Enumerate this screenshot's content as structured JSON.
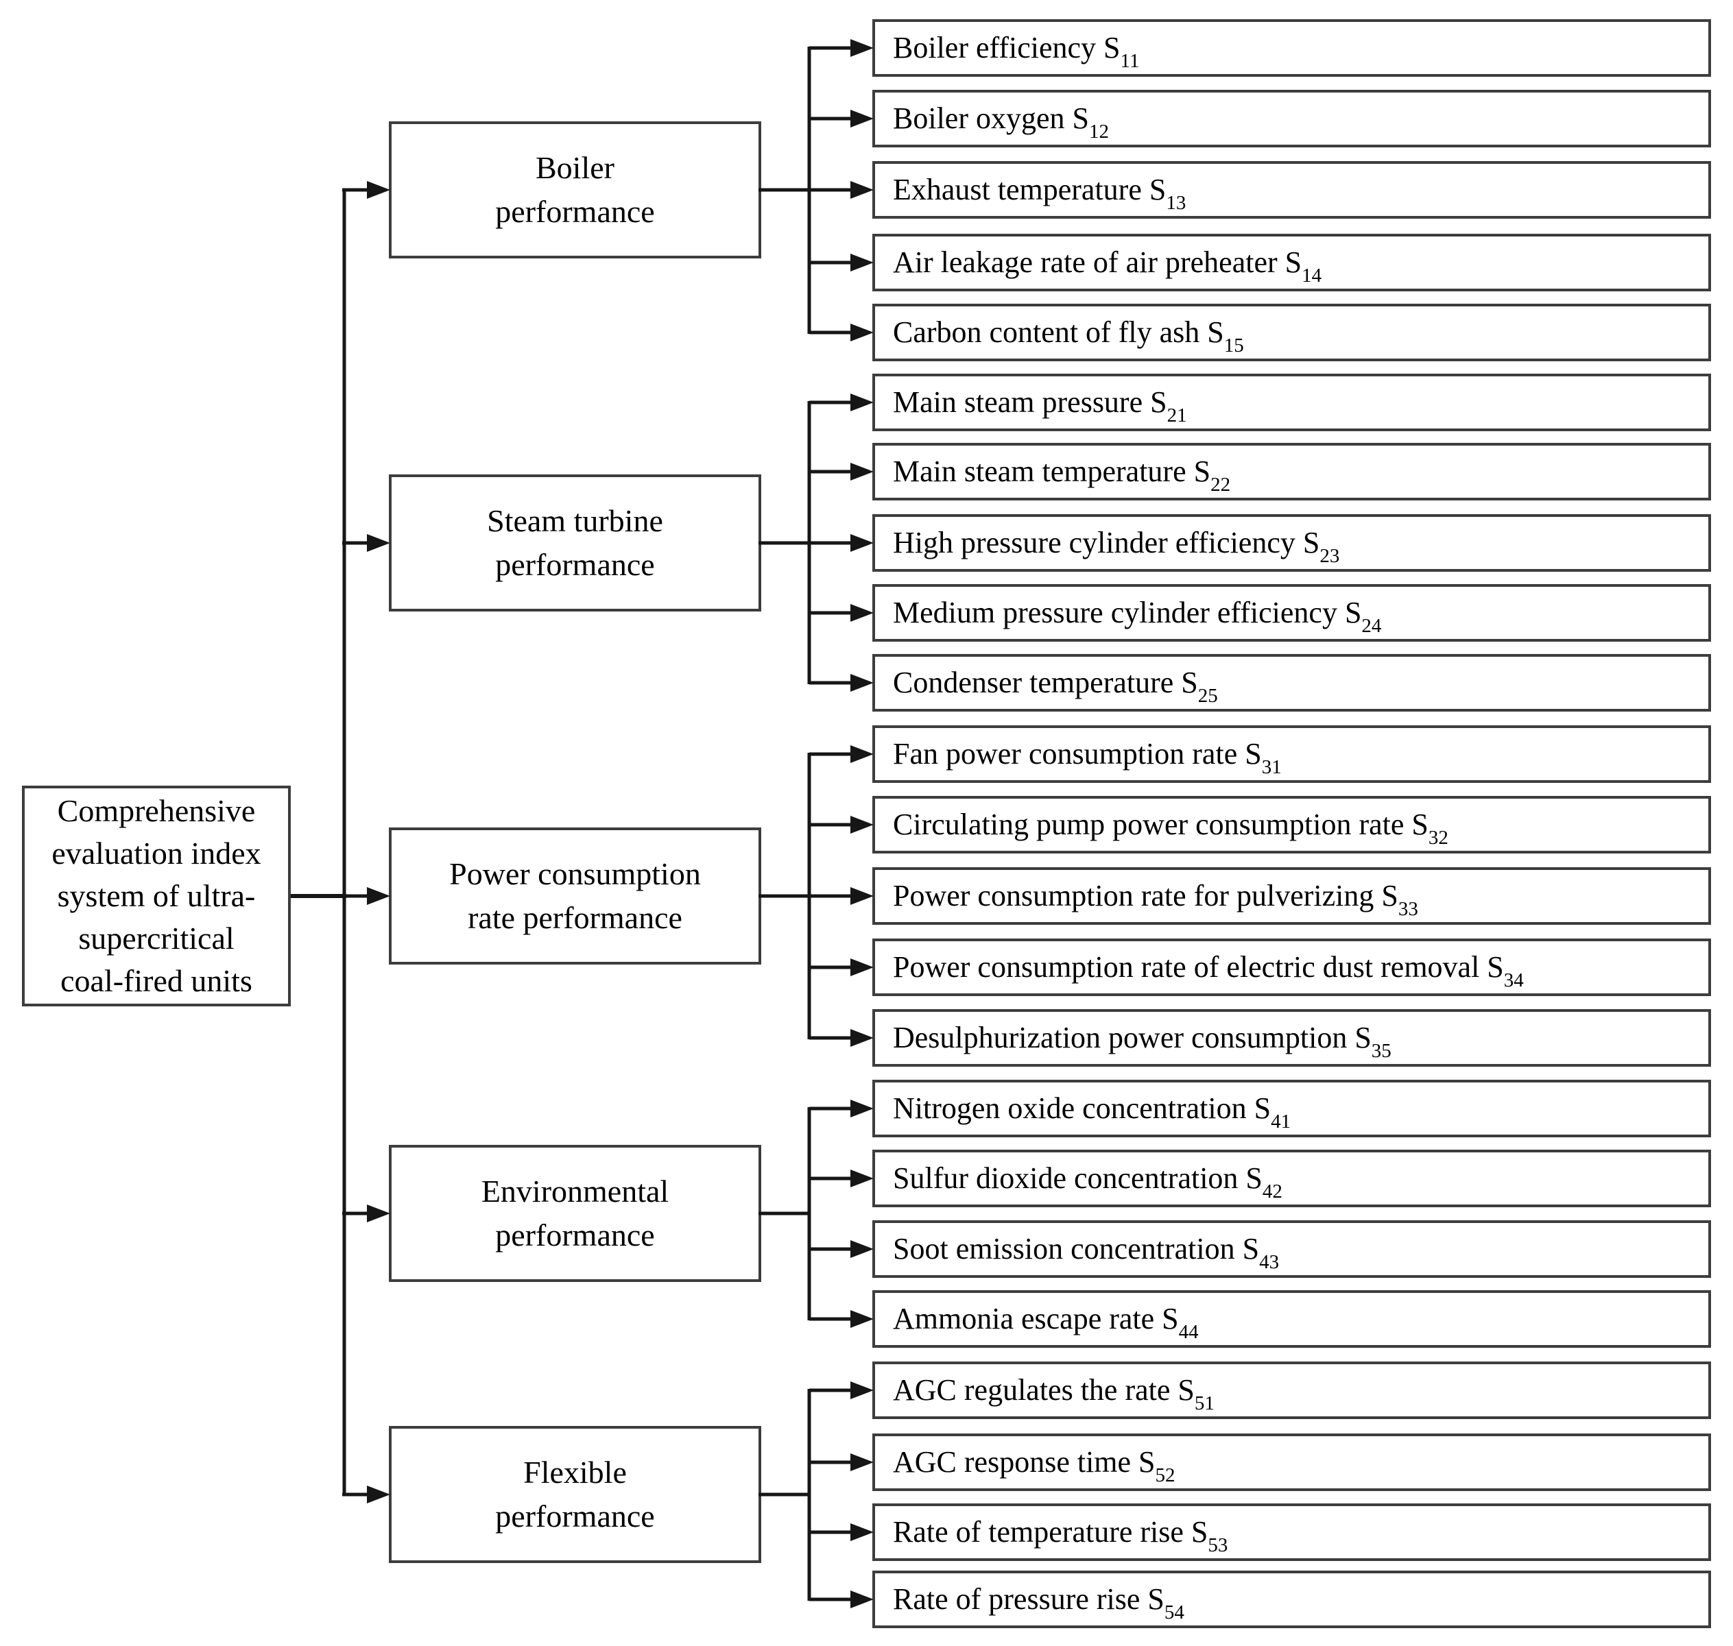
{
  "diagram": {
    "root": {
      "label": "Comprehensive evaluation index system of ultra-supercritical coal-fired units",
      "lines": [
        "Comprehensive",
        "evaluation index",
        "system of ultra-",
        "supercritical",
        "coal-fired units"
      ]
    },
    "groups": [
      {
        "category": {
          "label": "Boiler performance",
          "lines": [
            "Boiler",
            "performance"
          ]
        },
        "leaves": [
          {
            "text": "Boiler efficiency S",
            "sub": "11"
          },
          {
            "text": "Boiler oxygen S",
            "sub": "12"
          },
          {
            "text": "Exhaust temperature S",
            "sub": "13"
          },
          {
            "text": "Air leakage rate of air preheater S",
            "sub": "14"
          },
          {
            "text": "Carbon content of fly ash S",
            "sub": "15"
          }
        ]
      },
      {
        "category": {
          "label": "Steam turbine performance",
          "lines": [
            "Steam turbine",
            "performance"
          ]
        },
        "leaves": [
          {
            "text": "Main steam pressure S",
            "sub": "21"
          },
          {
            "text": "Main steam temperature S",
            "sub": "22"
          },
          {
            "text": "High pressure cylinder efficiency S",
            "sub": "23"
          },
          {
            "text": "Medium pressure cylinder efficiency S",
            "sub": "24"
          },
          {
            "text": "Condenser temperature S",
            "sub": "25"
          }
        ]
      },
      {
        "category": {
          "label": "Power consumption rate performance",
          "lines": [
            "Power consumption",
            "rate performance"
          ]
        },
        "leaves": [
          {
            "text": "Fan power consumption rate S",
            "sub": "31"
          },
          {
            "text": "Circulating pump power consumption rate S",
            "sub": "32"
          },
          {
            "text": "Power consumption rate for pulverizing S",
            "sub": "33"
          },
          {
            "text": "Power consumption rate of electric dust removal S",
            "sub": "34"
          },
          {
            "text": "Desulphurization power consumption S",
            "sub": "35"
          }
        ]
      },
      {
        "category": {
          "label": "Environmental performance",
          "lines": [
            "Environmental",
            "performance"
          ]
        },
        "leaves": [
          {
            "text": "Nitrogen oxide concentration S",
            "sub": "41"
          },
          {
            "text": "Sulfur dioxide concentration S",
            "sub": "42"
          },
          {
            "text": "Soot emission concentration S",
            "sub": "43"
          },
          {
            "text": "Ammonia escape rate S",
            "sub": "44"
          }
        ]
      },
      {
        "category": {
          "label": "Flexible performance",
          "lines": [
            "Flexible",
            "performance"
          ]
        },
        "leaves": [
          {
            "text": "AGC regulates the rate S",
            "sub": "51"
          },
          {
            "text": "AGC response time S",
            "sub": "52"
          },
          {
            "text": "Rate of temperature rise S",
            "sub": "53"
          },
          {
            "text": "Rate of pressure rise S",
            "sub": "54"
          }
        ]
      }
    ]
  },
  "colors": {
    "background": "#ffffff",
    "box_border": "#3d3d3d",
    "connector": "#161616",
    "text": "#000000"
  }
}
